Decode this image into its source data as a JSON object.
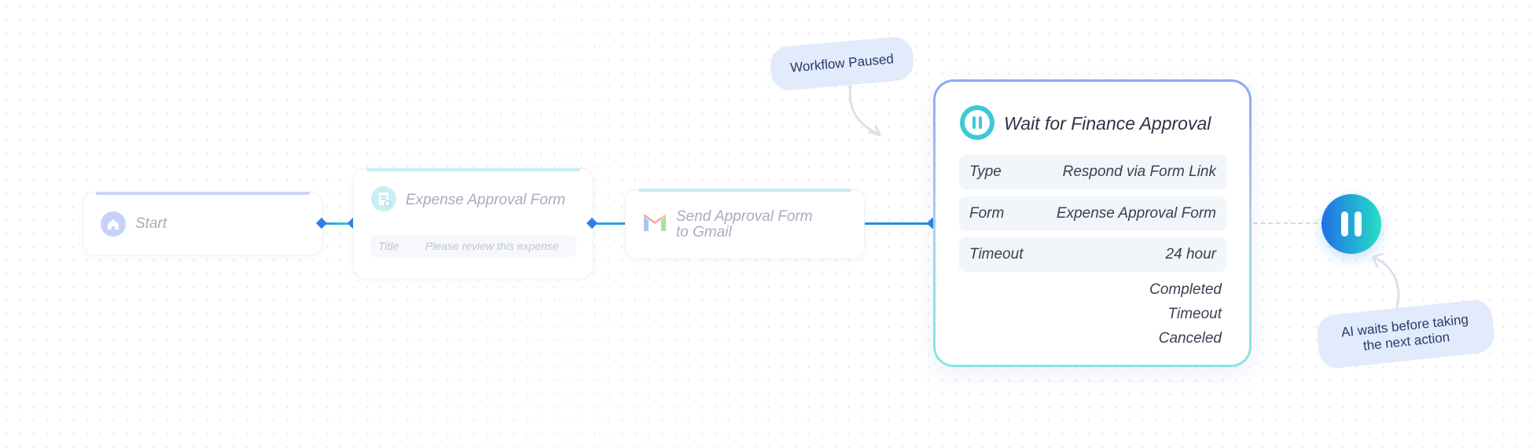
{
  "nodes": {
    "start": {
      "label": "Start"
    },
    "form": {
      "label": "Expense Approval Form",
      "field_key": "Title",
      "field_value": "Please review this expense"
    },
    "gmail": {
      "label_line1": "Send Approval Form",
      "label_line2": "to Gmail"
    }
  },
  "wait_node": {
    "title": "Wait for Finance Approval",
    "rows": [
      {
        "key": "Type",
        "value": "Respond via Form Link"
      },
      {
        "key": "Form",
        "value": "Expense Approval Form"
      },
      {
        "key": "Timeout",
        "value": "24 hour"
      }
    ],
    "outputs": [
      "Completed",
      "Timeout",
      "Canceled"
    ]
  },
  "callouts": {
    "paused": "Workflow Paused",
    "ai_waits_line1": "AI waits before taking",
    "ai_waits_line2": "the next action"
  },
  "colors": {
    "accent_blue": "#2f7ee8",
    "teal": "#2ed3c7",
    "pause_gradient_start": "#1f6fe8",
    "pause_gradient_end": "#26e0c5",
    "callout_bg": "#e1ebfb"
  },
  "icons": {
    "start": "home-icon",
    "form": "form-document-icon",
    "gmail": "gmail-icon",
    "wait": "pause-icon"
  }
}
